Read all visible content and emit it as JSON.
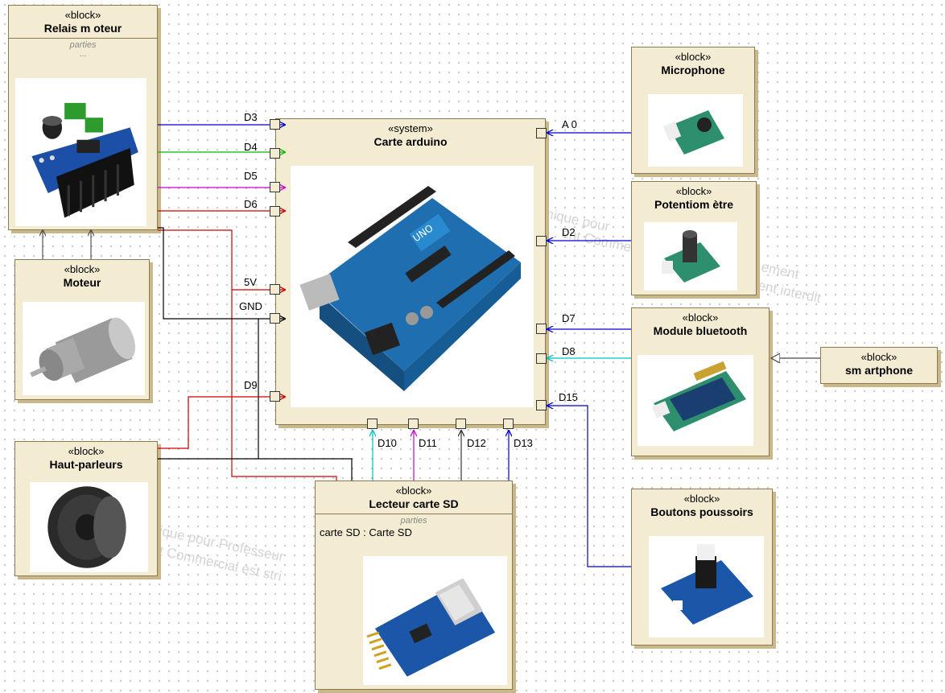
{
  "blocks": {
    "relais": {
      "stereotype": "«block»",
      "name": "Relais m oteur",
      "parts_label": "parties",
      "parts_dots": "..."
    },
    "moteur": {
      "stereotype": "«block»",
      "name": "Moteur"
    },
    "haut_parleurs": {
      "stereotype": "«block»",
      "name": "Haut-parleurs"
    },
    "arduino": {
      "stereotype": "«system»",
      "name": "Carte arduino"
    },
    "lecteur_sd": {
      "stereotype": "«block»",
      "name": "Lecteur carte SD",
      "parts_label": "parties",
      "part": "carte SD : Carte SD"
    },
    "microphone": {
      "stereotype": "«block»",
      "name": "Microphone"
    },
    "potentiometre": {
      "stereotype": "«block»",
      "name": "Potentiom ètre"
    },
    "bluetooth": {
      "stereotype": "«block»",
      "name": "Module bluetooth"
    },
    "smartphone": {
      "stereotype": "«block»",
      "name": "sm artphone"
    },
    "boutons": {
      "stereotype": "«block»",
      "name": "Boutons poussoirs"
    }
  },
  "ports": {
    "d3": "D3",
    "d4": "D4",
    "d5": "D5",
    "d6": "D6",
    "v5": "5V",
    "gnd": "GND",
    "d9": "D9",
    "a0": "A 0",
    "d2": "D2",
    "d7": "D7",
    "d8": "D8",
    "d15": "D15",
    "d10": "D10",
    "d11": "D11",
    "d12": "D12",
    "d13": "D13"
  },
  "watermarks": {
    "w1": "mique pour",
    "w2": "ent Commercial",
    "w3": "ement",
    "w4": "ent interdit",
    "w5": "ique pour Professeur",
    "w6": "t Commercial est stri"
  },
  "colors": {
    "block_fill": "#f3ecd2",
    "block_border": "#8a7a50",
    "wire_blue": "#0000cc",
    "wire_green": "#00bb00",
    "wire_magenta": "#cc00cc",
    "wire_red": "#cc0000",
    "wire_black": "#000000",
    "wire_cyan": "#00c0c0"
  }
}
